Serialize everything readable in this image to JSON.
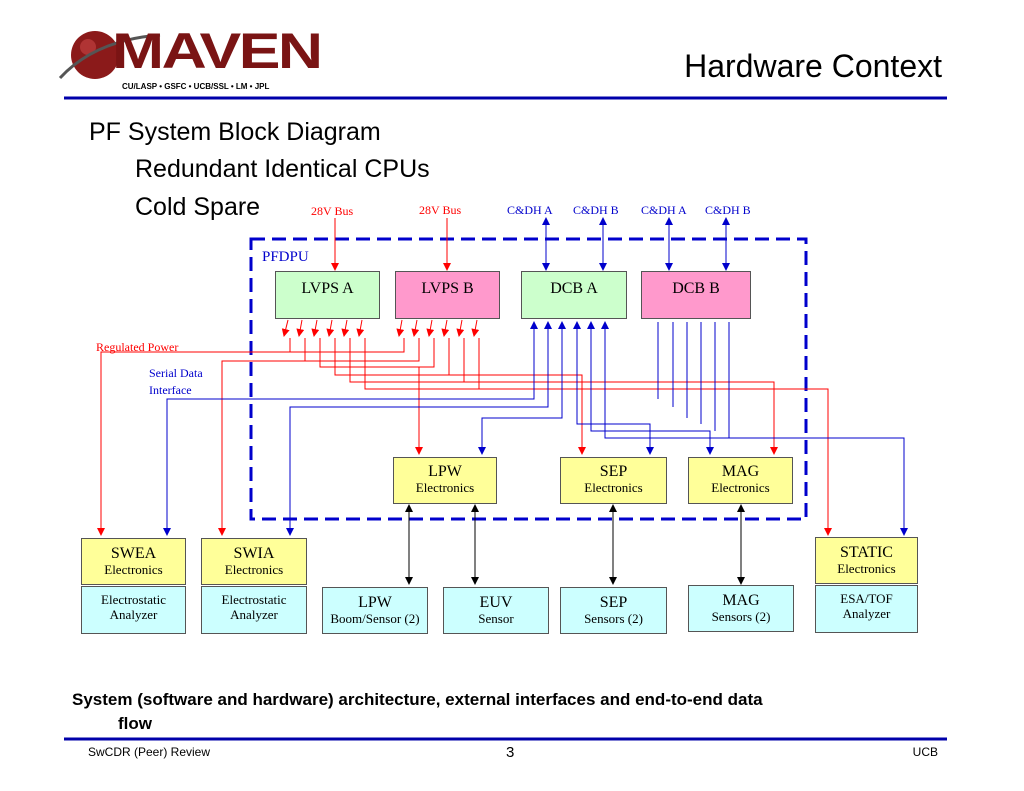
{
  "header": {
    "title": "Hardware Context",
    "logo_text": "MAVEN",
    "logo_subtext": "CU/LASP • GSFC • UCB/SSL • LM • JPL"
  },
  "bullets": {
    "main": "PF System Block Diagram",
    "sub1": "Redundant Identical CPUs",
    "sub2": "Cold Spare"
  },
  "diagram": {
    "inputs": {
      "bus_a": "28V Bus",
      "bus_b": "28V Bus",
      "cdh_1": "C&DH A",
      "cdh_2": "C&DH B",
      "cdh_3": "C&DH A",
      "cdh_4": "C&DH B"
    },
    "pfdpu_label": "PFDPU",
    "legend": {
      "power": "Regulated Power",
      "serial_line1": "Serial Data",
      "serial_line2": "Interface"
    },
    "boxes": {
      "lvps_a": "LVPS A",
      "lvps_b": "LVPS B",
      "dcb_a": "DCB A",
      "dcb_b": "DCB B",
      "lpw": {
        "name": "LPW",
        "sub": "Electronics"
      },
      "sep": {
        "name": "SEP",
        "sub": "Electronics"
      },
      "mag": {
        "name": "MAG",
        "sub": "Electronics"
      },
      "swea": {
        "name": "SWEA",
        "sub": "Electronics"
      },
      "swia": {
        "name": "SWIA",
        "sub": "Electronics"
      },
      "static": {
        "name": "STATIC",
        "sub": "Electronics"
      }
    },
    "sensors": {
      "swea_an": {
        "line1": "Electrostatic",
        "line2": "Analyzer"
      },
      "swia_an": {
        "line1": "Electrostatic",
        "line2": "Analyzer"
      },
      "lpw_s": {
        "name": "LPW",
        "sub": "Boom/Sensor (2)"
      },
      "euv_s": {
        "name": "EUV",
        "sub": "Sensor"
      },
      "sep_s": {
        "name": "SEP",
        "sub": "Sensors (2)"
      },
      "mag_s": {
        "name": "MAG",
        "sub": "Sensors (2)"
      },
      "static_an": {
        "line1": "ESA/TOF",
        "line2": "Analyzer"
      }
    },
    "colors": {
      "power_line": "#ff0000",
      "data_line": "#0000cc",
      "border": "#0000cc"
    }
  },
  "caption": {
    "line1": "System (software and hardware) architecture, external interfaces and end-to-end data",
    "line2": "flow"
  },
  "footer": {
    "left": "SwCDR (Peer) Review",
    "page": "3",
    "right": "UCB"
  }
}
